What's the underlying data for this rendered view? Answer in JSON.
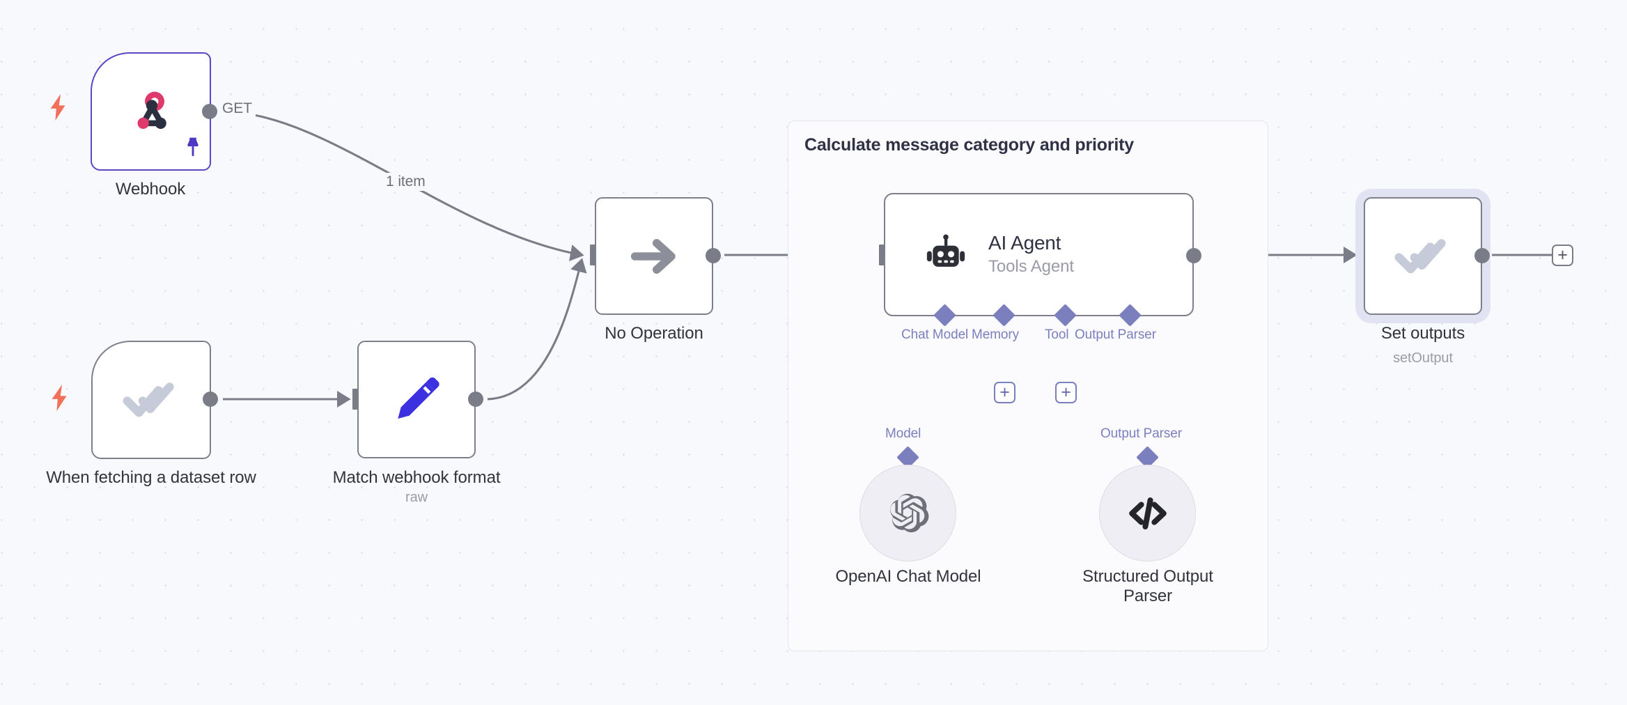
{
  "canvas": {
    "background_color": "#f8f9fc",
    "grid_dot_color": "#d4d7e0",
    "accent_purple": "#7c7fbe",
    "webhook_border": "#5b45c9",
    "trigger_bolt_color": "#f2705a",
    "connector_color": "#7a7d88"
  },
  "group": {
    "title": "Calculate message category and priority"
  },
  "nodes": {
    "webhook": {
      "label": "Webhook",
      "icon": "webhook-icon",
      "output_label": "GET",
      "badge": "pin-icon",
      "trigger_icon": "lightning-bolt-icon"
    },
    "dataset_trigger": {
      "label": "When fetching a dataset row",
      "icon": "double-check-icon",
      "trigger_icon": "lightning-bolt-icon"
    },
    "match_webhook": {
      "label": "Match webhook format",
      "sublabel": "raw",
      "icon": "pencil-icon"
    },
    "no_operation": {
      "label": "No Operation",
      "icon": "arrow-right-icon"
    },
    "ai_agent": {
      "title": "AI Agent",
      "subtitle": "Tools Agent",
      "icon": "robot-icon"
    },
    "openai_chat_model": {
      "label": "OpenAI Chat Model",
      "icon": "openai-icon",
      "port_label": "Model"
    },
    "structured_output_parser": {
      "label": "Structured Output Parser",
      "icon": "code-brackets-icon",
      "port_label": "Output Parser"
    },
    "set_outputs": {
      "label": "Set outputs",
      "sublabel": "setOutput",
      "icon": "double-check-icon",
      "selected": true
    }
  },
  "agent_ports": [
    {
      "label": "Chat Model",
      "connected": true
    },
    {
      "label": "Memory",
      "connected": false
    },
    {
      "label": "Tool",
      "connected": false
    },
    {
      "label": "Output Parser",
      "connected": true
    }
  ],
  "edges": {
    "webhook_to_noop_label": "1 item",
    "webhook_output_label": "GET"
  },
  "buttons": {
    "add_memory": "+",
    "add_tool": "+",
    "add_after_set_outputs": "+"
  }
}
